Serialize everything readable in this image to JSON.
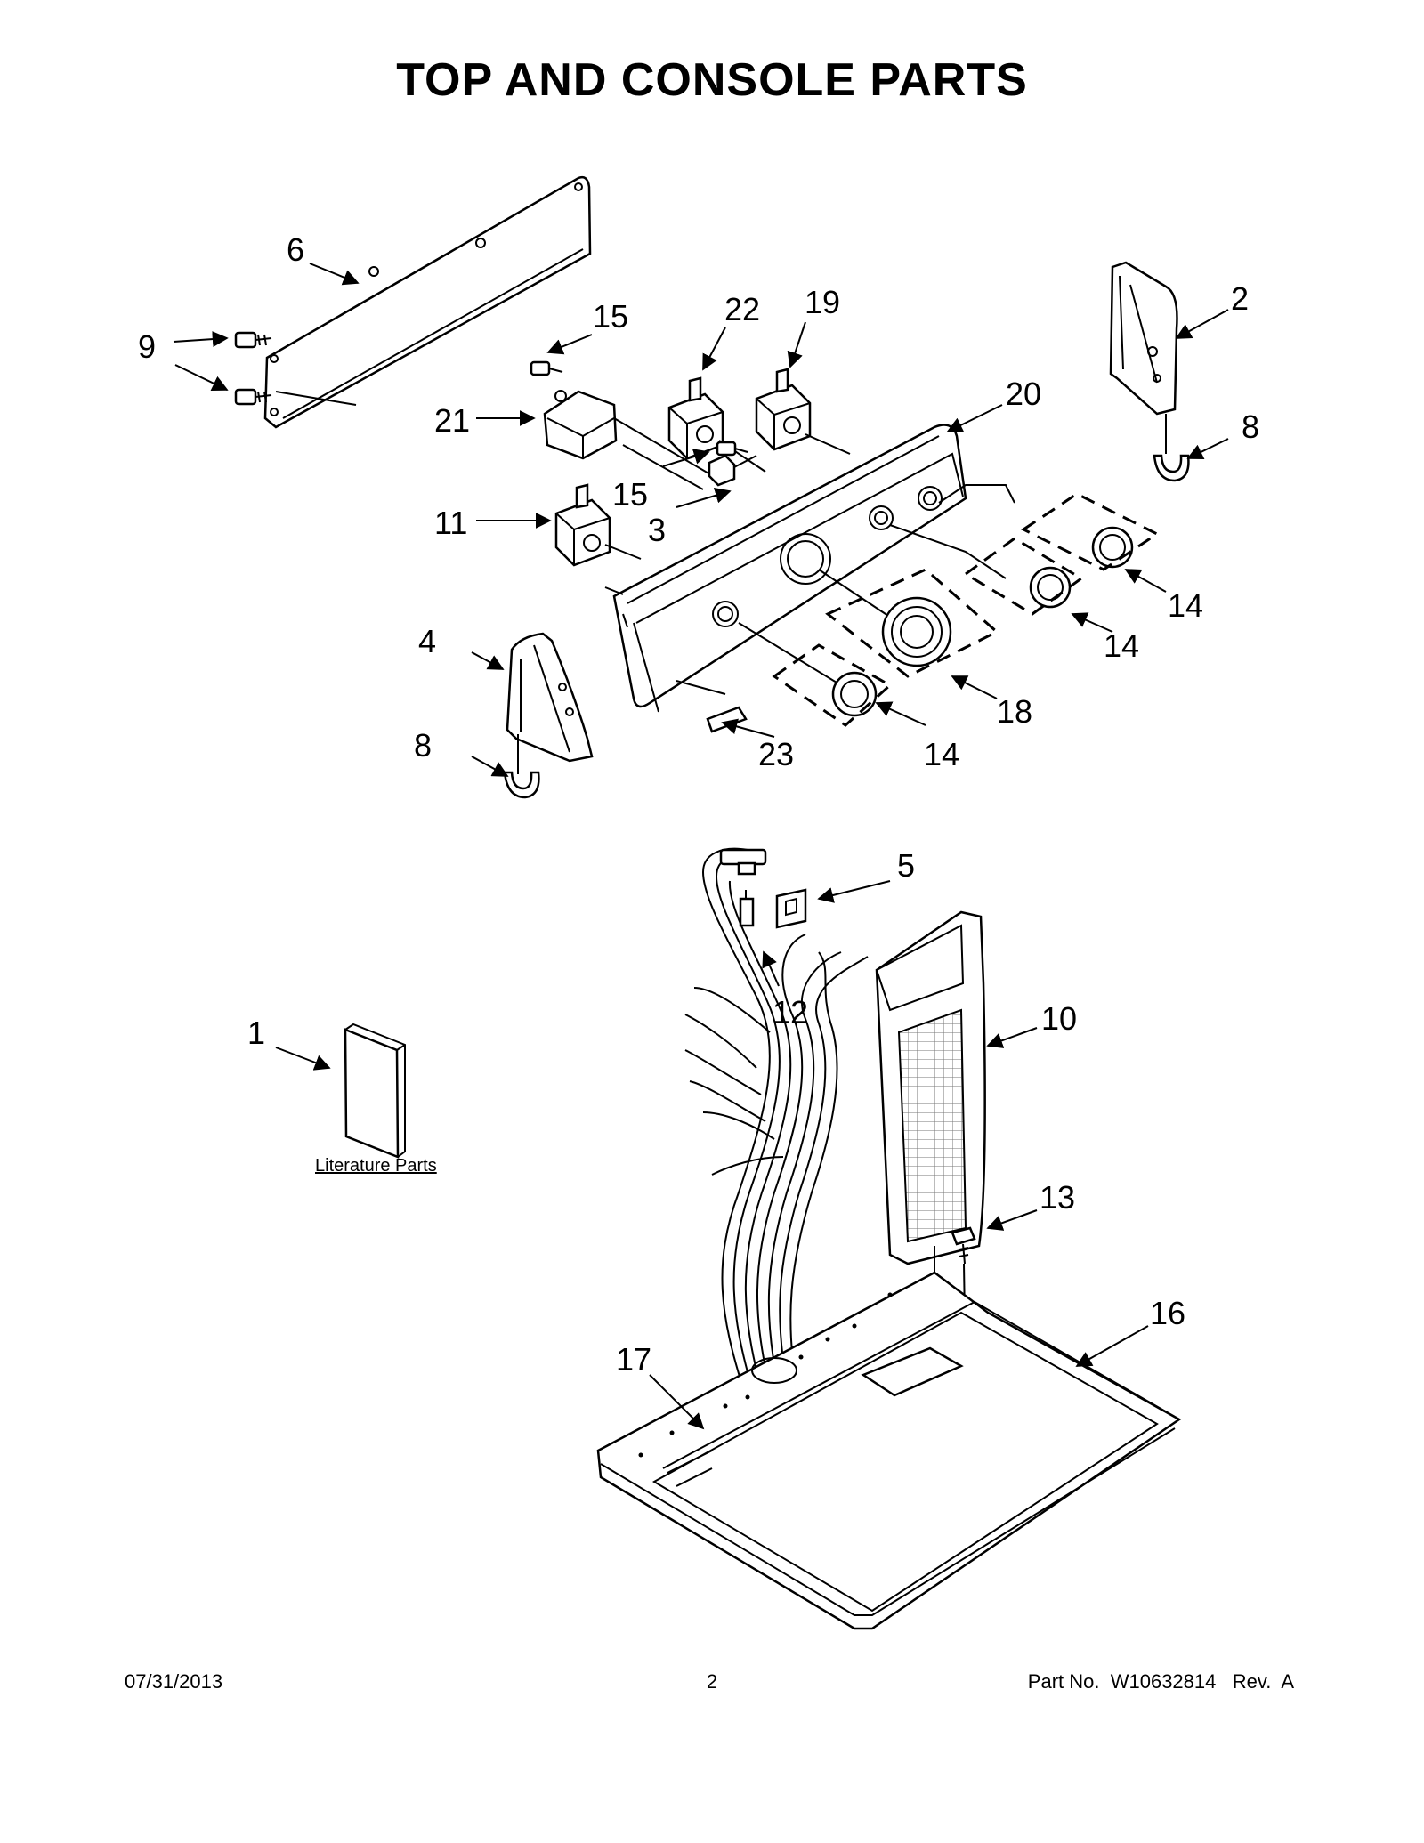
{
  "title": "TOP AND CONSOLE PARTS",
  "labels": {
    "n1": "1",
    "n2": "2",
    "n3": "3",
    "n4": "4",
    "n5": "5",
    "n6": "6",
    "n8a": "8",
    "n8b": "8",
    "n9": "9",
    "n10": "10",
    "n11": "11",
    "n12": "12",
    "n13": "13",
    "n14a": "14",
    "n14b": "14",
    "n14c": "14",
    "n15a": "15",
    "n15b": "15",
    "n16": "16",
    "n17": "17",
    "n18": "18",
    "n19": "19",
    "n20": "20",
    "n21": "21",
    "n22": "22",
    "n23": "23"
  },
  "literature_label": "Literature Parts",
  "footer": {
    "date": "07/31/2013",
    "page": "2",
    "part": "Part No.  W10632814   Rev.  A"
  }
}
